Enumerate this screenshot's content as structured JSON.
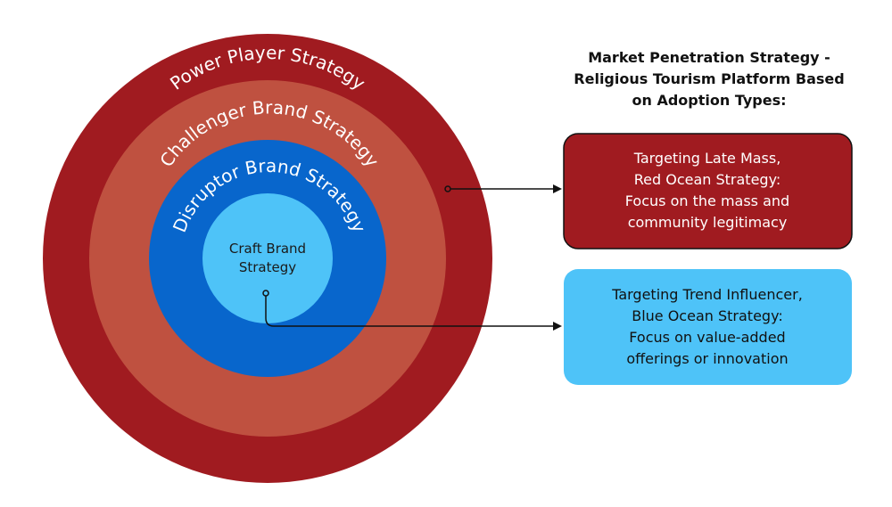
{
  "rings": [
    {
      "label": "Power Player Strategy",
      "color": "#a01b20"
    },
    {
      "label": "Challenger Brand Strategy",
      "color": "#bf5140"
    },
    {
      "label": "Disruptor Brand Strategy",
      "color": "#0866cc"
    },
    {
      "label_lines": [
        "Craft Brand",
        "Strategy"
      ],
      "color": "#4ec3f8"
    }
  ],
  "heading": {
    "lines": [
      "Market Penetration Strategy -",
      "Religious Tourism Platform Based",
      "on Adoption Types:"
    ]
  },
  "boxes": [
    {
      "lines": [
        "Targeting Late Mass,",
        "Red Ocean Strategy:",
        "Focus on the mass and",
        "community legitimacy"
      ],
      "fill": "#a01b20",
      "text_color": "#ffffff"
    },
    {
      "lines": [
        "Targeting Trend Influencer,",
        "Blue Ocean Strategy:",
        "Focus on value-added",
        "offerings or innovation"
      ],
      "fill": "#4ec3f8",
      "text_color": "#111111"
    }
  ]
}
